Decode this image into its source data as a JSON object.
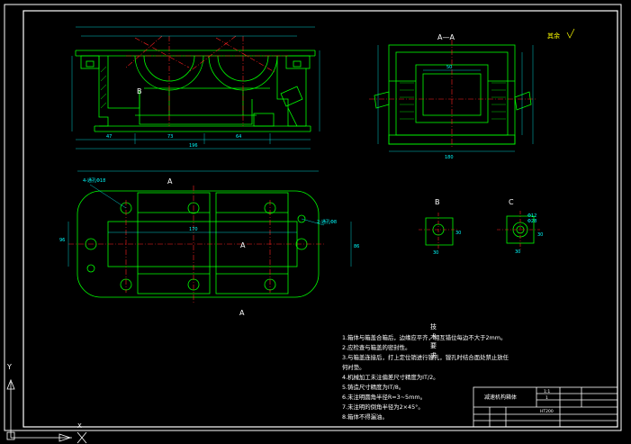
{
  "drawing": {
    "views": {
      "section_aa_title": "A—A",
      "section_a_marker_top": "A",
      "section_a_marker_bottom": "A",
      "plan_center_label": "A",
      "detail_b_title": "B",
      "detail_c_title": "C",
      "section_b_label": "B"
    },
    "roughness_note": "其余",
    "dimensions": {
      "front_bottom": [
        "47",
        "73",
        "64"
      ],
      "front_total": "196",
      "aa_top": "50",
      "aa_bottom": "180",
      "plan_length": "170",
      "plan_side_left": "96",
      "plan_side_right": "86",
      "detail_b": [
        "30",
        "30"
      ],
      "detail_c": [
        "30",
        "30"
      ],
      "hole_callouts": [
        "4-通孔Φ18",
        "2-通孔Φ8",
        "Φ12",
        "Φ28"
      ]
    },
    "tech_requirements": {
      "title": "技术要求",
      "items": [
        "1.箱体与箱盖合箱后，边缘应平齐，相互错位每边不大于2mm。",
        "2.应检查与箱盖的密封性。",
        "3.与箱盖连接后，打上定位销进行镗孔，镗孔时结合面处禁止放任",
        "  何衬垫。",
        "4.机械加工未注偏差尺寸精度为IT/2。",
        "5.铸造尺寸精度为IT/8。",
        "6.未注明圆角半径R=3~5mm。",
        "7.未注明的倒角半径为2×45°。",
        "8.箱体不得漏油。"
      ]
    },
    "title_block": {
      "part_name": "减速机构箱体",
      "scale": "1:1",
      "quantity": "1",
      "material": "HT200"
    },
    "ucs": {
      "x_label": "X",
      "y_label": "Y"
    },
    "colors": {
      "background": "#000000",
      "outline": "#ffffff",
      "geometry": "#00ff00",
      "centerline": "#ff2020",
      "dimension": "#00ffff",
      "accent": "#ffff00"
    }
  }
}
